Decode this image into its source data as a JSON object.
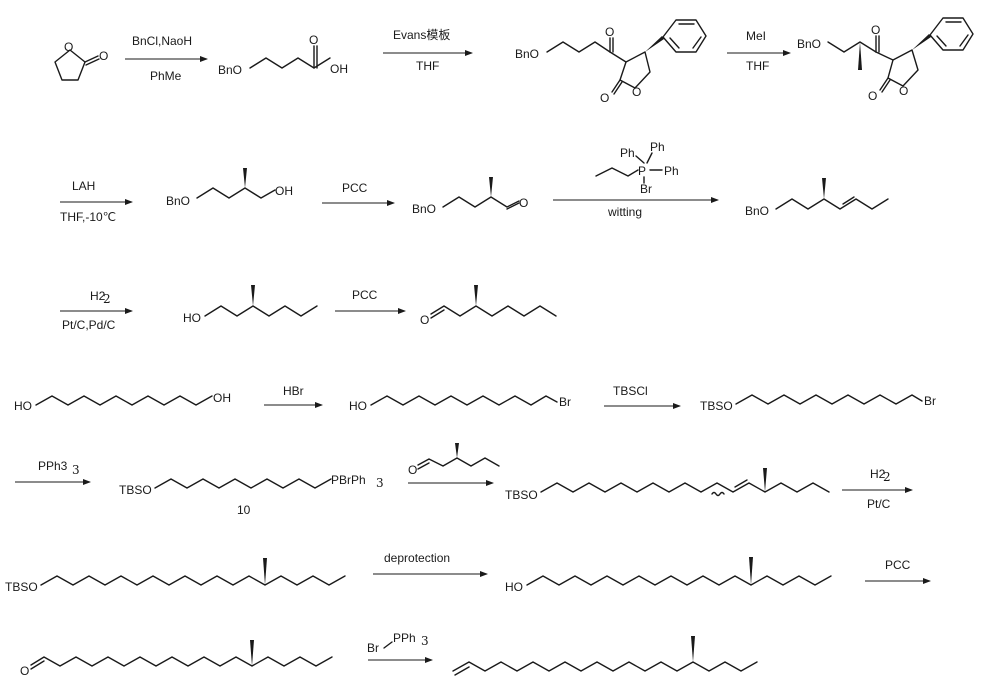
{
  "reagents": {
    "step1_top": "BnCl,NaoH",
    "step1_bottom": "PhMe",
    "step2_top": "Evans模板",
    "step2_bottom": "THF",
    "step3_top": "MeI",
    "step3_bottom": "THF",
    "step4_top": "LAH",
    "step4_bottom": "THF,-10℃",
    "step5_top": "PCC",
    "step6_bottom": "witting",
    "step7_top": "H2",
    "step7_bottom": "Pt/C,Pd/C",
    "step8_top": "PCC",
    "step9_top": "HBr",
    "step10_top": "TBSCl",
    "step11_top": "PPh3",
    "step13_top": "H2",
    "step13_bottom": "Pt/C",
    "step14_top": "deprotection",
    "step15_top": "PCC"
  },
  "atom_labels": {
    "O": "O",
    "OH": "OH",
    "HO": "HO",
    "BnO": "BnO",
    "Br": "Br",
    "TBSO": "TBSO",
    "PBrPh3": "PBrPh",
    "sub3": "3",
    "sub2": "2",
    "Ph": "Ph",
    "P": "P",
    "PPh3": "PPh",
    "compound_10": "10"
  }
}
